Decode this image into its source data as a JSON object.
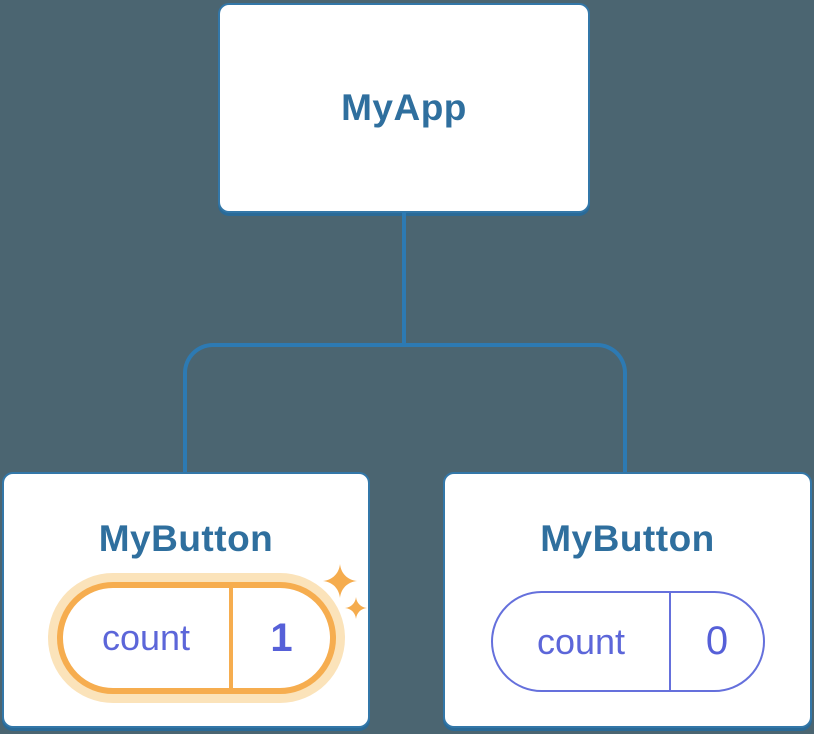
{
  "diagram": {
    "description": "React component tree with state",
    "root": {
      "title": "MyApp"
    },
    "children": [
      {
        "title": "MyButton",
        "state_pill": {
          "label": "count",
          "value": "1"
        },
        "highlighted": true
      },
      {
        "title": "MyButton",
        "state_pill": {
          "label": "count",
          "value": "0"
        },
        "highlighted": false
      }
    ]
  },
  "colors": {
    "background": "#4b6571",
    "connector_blue": "#2d7ab3",
    "card_border_blue": "#3377a8",
    "card_shadow_blue": "#2a6a97",
    "title_blue": "#2f6f9e",
    "state_indigo": "#5c66d9",
    "highlight_orange": "#f6ad4f",
    "highlight_halo": "#fbe3ba",
    "card_background": "#ffffff"
  },
  "icons": {
    "sparkle": "✦ four-point sparkle marking freshly updated state"
  }
}
